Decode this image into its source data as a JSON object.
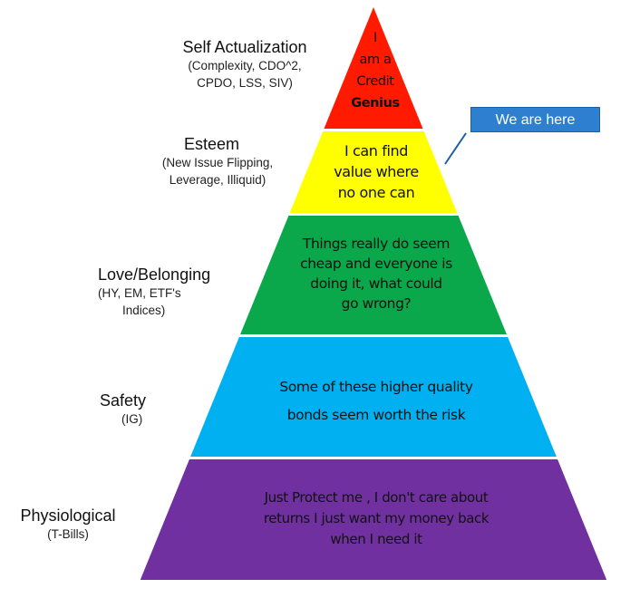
{
  "levels": [
    {
      "title": "Self Actualization",
      "subtitle_lines": [
        "(Complexity, CDO^2,",
        "CPDO, LSS, SIV)"
      ],
      "text_lines": [
        "I",
        "am a",
        "Credit",
        "Genius"
      ],
      "color": "#ff1a00"
    },
    {
      "title": "Esteem",
      "subtitle_lines": [
        "(New Issue Flipping,",
        "Leverage, Illiquid)"
      ],
      "text_lines": [
        "I can find",
        "value where",
        "no one can"
      ],
      "color": "#ffff00"
    },
    {
      "title": "Love/Belonging",
      "subtitle_lines": [
        "(HY, EM, ETF's",
        "Indices)"
      ],
      "text_lines": [
        "Things really do seem",
        "cheap and everyone is",
        "doing it, what could",
        "go wrong?"
      ],
      "color": "#0aa84a"
    },
    {
      "title": "Safety",
      "subtitle_lines": [
        "(IG)"
      ],
      "text_lines": [
        "Some of these higher quality",
        "bonds seem worth the risk"
      ],
      "color": "#00b0f0"
    },
    {
      "title": "Physiological",
      "subtitle_lines": [
        "(T-Bills)"
      ],
      "text_lines": [
        "Just Protect me , I don't care about",
        "returns  I just want my money back",
        "when I need it"
      ],
      "color": "#7030a0"
    }
  ],
  "callout": {
    "label": "We are here",
    "color": "#2f7fd0"
  }
}
